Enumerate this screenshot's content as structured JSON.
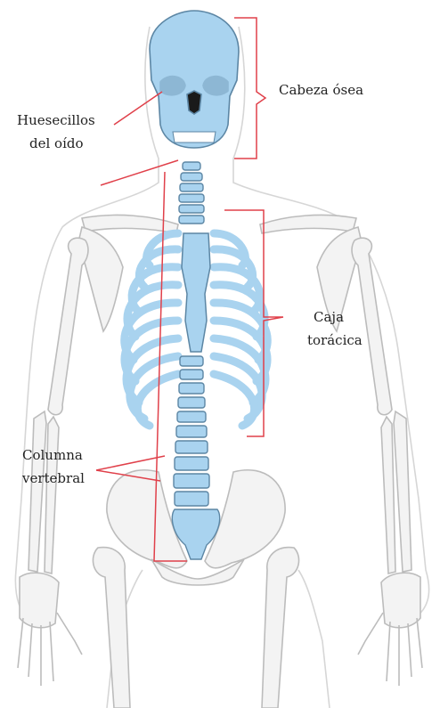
{
  "labels": {
    "cabeza": "Cabeza ósea",
    "huesecillos_1": "Huesecillos",
    "huesecillos_2": "del oído",
    "caja_1": "Caja",
    "caja_2": "torácica",
    "columna_1": "Columna",
    "columna_2": "vertebral"
  },
  "colors": {
    "axial_bone": "#a9d3ef",
    "axial_stroke": "#5c86a4",
    "appendicular_bone": "#f3f3f3",
    "appendicular_stroke": "#bcbcbc",
    "body_outline": "#d6d6d6",
    "leader_line": "#e0404a"
  }
}
